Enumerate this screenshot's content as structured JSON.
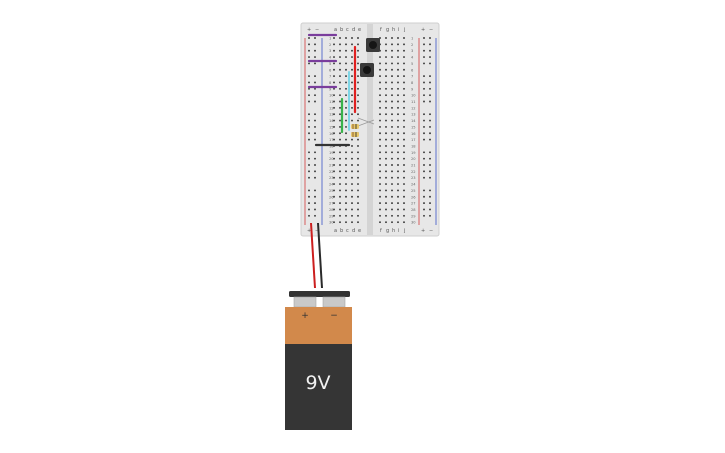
{
  "breadboard": {
    "rows": 30,
    "columns_left": [
      "a",
      "b",
      "c",
      "d",
      "e"
    ],
    "columns_right": [
      "f",
      "g",
      "h",
      "i",
      "j"
    ],
    "rail_plus": "+",
    "rail_minus": "−",
    "colors": {
      "board": "#e7e7e7",
      "hole": "#3a3a3a",
      "rail_red": "#d33a3a",
      "rail_blue": "#3a55c8",
      "channel": "#d4d4d4"
    }
  },
  "battery": {
    "voltage_label": "9V",
    "plus_label": "+",
    "minus_label": "−",
    "colors": {
      "top": "#d2894b",
      "body": "#353535",
      "terminals": "#c9c9c9",
      "cap": "#333333"
    }
  },
  "wires": {
    "colors": {
      "purple": "#7a3d9c",
      "red": "#e02020",
      "green": "#39b34a",
      "cyan": "#7fd6e6",
      "black": "#333333",
      "grey": "#9a9a9a"
    }
  },
  "components": {
    "pushbuttons": 2,
    "resistors": 2,
    "resistor_color": "#e8c76a"
  }
}
